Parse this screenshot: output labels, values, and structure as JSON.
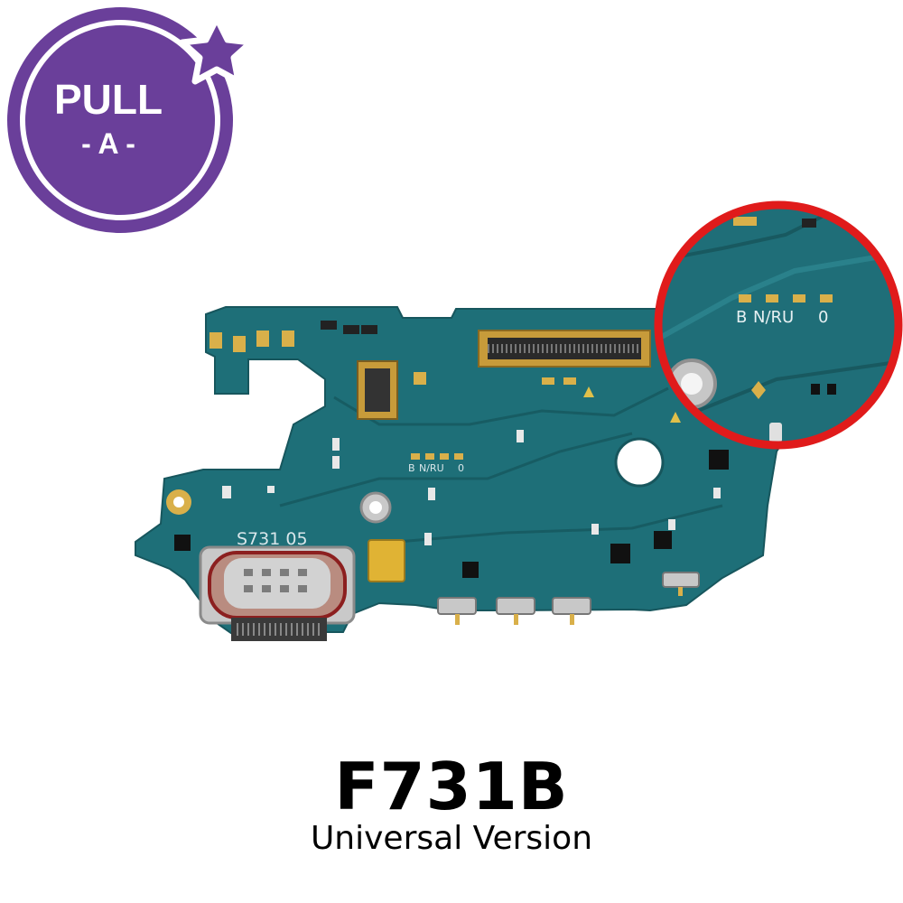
{
  "logo": {
    "line1": "PULL",
    "line2": "- A -",
    "color": "#6a3f9a"
  },
  "board": {
    "silkscreen_model": "S731 05",
    "silkscreen_marks": [
      "B",
      "N/RU",
      "0"
    ]
  },
  "zoom_inset": {
    "marks": [
      "B",
      "N/RU",
      "0"
    ],
    "ring_color": "#e01b1b"
  },
  "product": {
    "model": "F731B",
    "subtitle": "Universal Version"
  },
  "colors": {
    "pcb": "#1e6f78",
    "pad": "#d9b04a",
    "text": "#000000"
  }
}
